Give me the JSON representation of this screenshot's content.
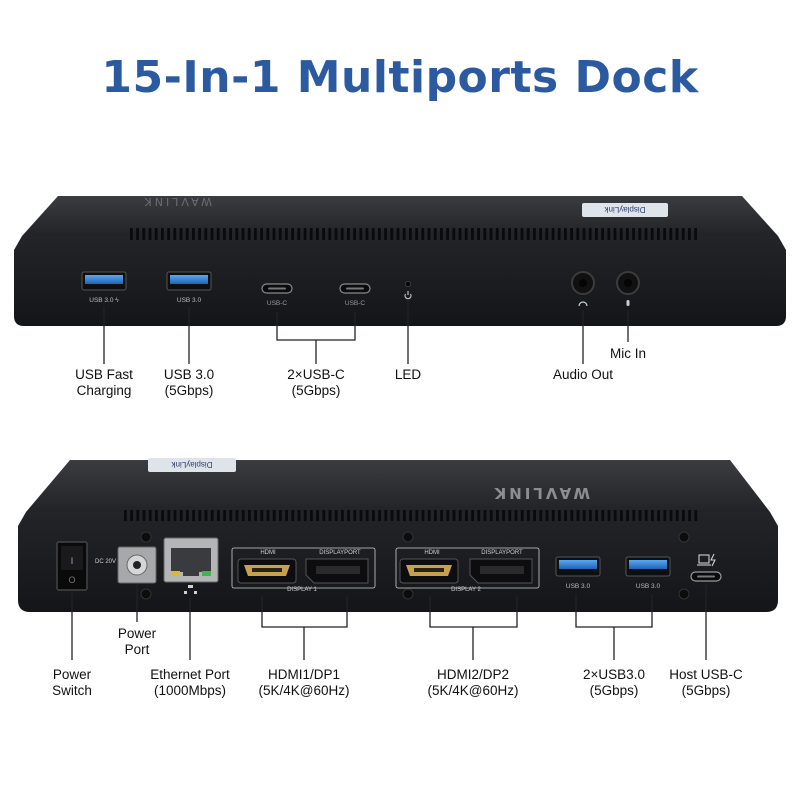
{
  "title": "15-In-1 Multiports Dock",
  "brand": "WAVLINK",
  "badge": "DisplayLink",
  "front": {
    "port_texts": {
      "usb_fast": "USB 3.0 ϟ",
      "usb30": "USB 3.0",
      "usbc1": "USB-C",
      "usbc2": "USB-C"
    },
    "labels": {
      "usb_fast": [
        "USB Fast",
        "Charging"
      ],
      "usb30": [
        "USB 3.0",
        "(5Gbps)"
      ],
      "usbc": [
        "2×USB-C",
        "(5Gbps)"
      ],
      "led": [
        "LED"
      ],
      "audio_out": [
        "Audio Out"
      ],
      "mic_in": [
        "Mic In"
      ]
    }
  },
  "rear": {
    "port_texts": {
      "dc": "DC 20V",
      "hdmi": "HDMI",
      "displayport": "DISPLAYPORT",
      "display1": "DISPLAY 1",
      "display2": "DISPLAY 2",
      "usb30": "USB 3.0"
    },
    "labels": {
      "power_switch": [
        "Power",
        "Switch"
      ],
      "power_port": [
        "Power",
        "Port"
      ],
      "ethernet": [
        "Ethernet Port",
        "(1000Mbps)"
      ],
      "hdmi1": [
        "HDMI1/DP1",
        "(5K/4K@60Hz)"
      ],
      "hdmi2": [
        "HDMI2/DP2",
        "(5K/4K@60Hz)"
      ],
      "usb30x2": [
        "2×USB3.0",
        "(5Gbps)"
      ],
      "host_usbc": [
        "Host USB-C",
        "(5Gbps)"
      ]
    }
  },
  "colors": {
    "title": "#2b5aa0",
    "body": "#1b1c1f",
    "usb_blue": "#2f7fd6",
    "hdmi_gold": "#c8a24a",
    "eth_green": "#3fb54a",
    "eth_yellow": "#e0b92a"
  }
}
